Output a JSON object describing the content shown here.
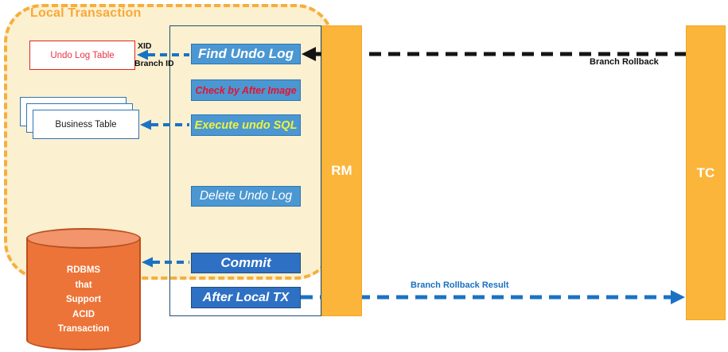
{
  "diagram": {
    "local_transaction": {
      "title": "Local Transaction"
    },
    "undo_log_table": {
      "label": "Undo Log Table"
    },
    "business_table": {
      "label": "Business Table"
    },
    "annotations": {
      "xid": "XID",
      "branch_id": "Branch ID"
    },
    "steps": [
      {
        "label": "Find Undo Log"
      },
      {
        "label": "Check by After Image"
      },
      {
        "label": "Execute undo SQL"
      },
      {
        "label": "Delete Undo Log"
      },
      {
        "label": "Commit"
      },
      {
        "label": "After Local TX"
      }
    ],
    "lifelines": {
      "rm": "RM",
      "tc": "TC"
    },
    "messages": {
      "branch_rollback": "Branch Rollback",
      "branch_rollback_result": "Branch Rollback Result"
    },
    "database": {
      "label": "RDBMS\nthat\nSupport\nACID\nTransaction"
    },
    "colors": {
      "local_tx_fill": "#FBF0CF",
      "local_tx_border": "#F6AE3C",
      "lifeline_orange": "#FBB53A",
      "step_light_blue": "#4B97D2",
      "step_dark_blue": "#2E70C4",
      "step_border_dark": "#1F4E79",
      "arrow_blue": "#1B72C4",
      "arrow_black": "#141414",
      "red_text": "#ED3345",
      "yellow_text": "#EFF23F",
      "db_body": "#ED7438",
      "db_top": "#F2946C",
      "db_border": "#BA4F1F"
    }
  }
}
